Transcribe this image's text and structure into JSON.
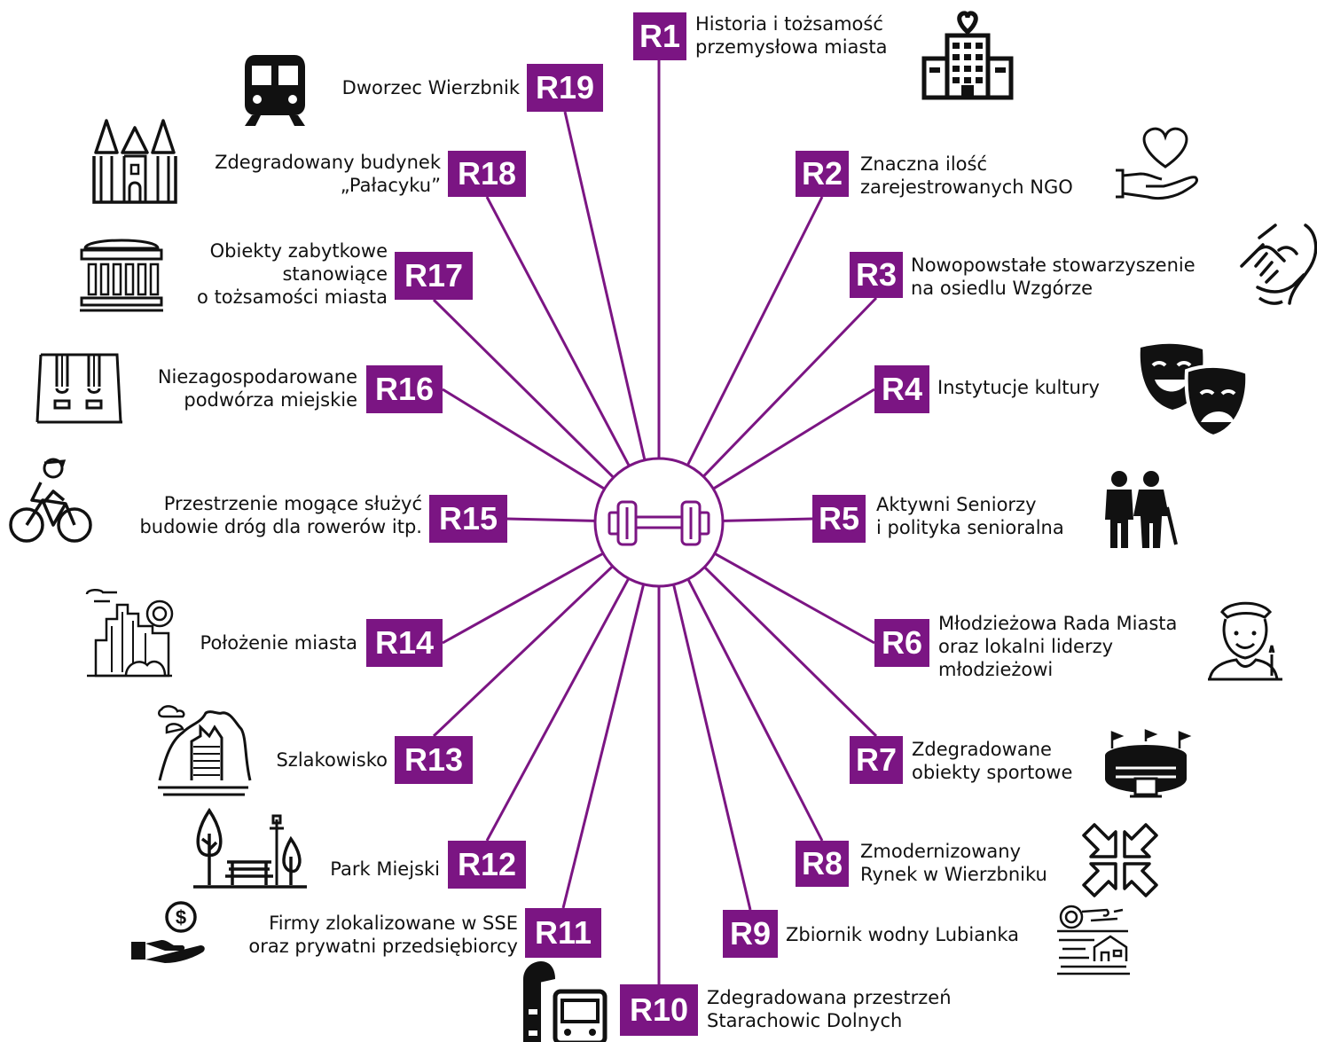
{
  "colors": {
    "accent": "#7b1583",
    "icon": "#111111",
    "background": "#ffffff"
  },
  "hub": {
    "icon": "dumbbell-icon"
  },
  "nodes": [
    {
      "id": "R1",
      "code": "R1",
      "lines": [
        "Historia i tożsamość",
        "przemysłowa miasta"
      ],
      "icon": "factory-heart-icon"
    },
    {
      "id": "R2",
      "code": "R2",
      "lines": [
        "Znaczna ilość",
        "zarejestrowanych NGO"
      ],
      "icon": "heart-hand-icon"
    },
    {
      "id": "R3",
      "code": "R3",
      "lines": [
        "Nowopowstałe stowarzyszenie",
        "na osiedlu Wzgórze"
      ],
      "icon": "handshake-icon"
    },
    {
      "id": "R4",
      "code": "R4",
      "lines": [
        "Instytucje kultury"
      ],
      "icon": "theater-masks-icon"
    },
    {
      "id": "R5",
      "code": "R5",
      "lines": [
        "Aktywni Seniorzy",
        "i polityka senioralna"
      ],
      "icon": "seniors-icon"
    },
    {
      "id": "R6",
      "code": "R6",
      "lines": [
        "Młodzieżowa Rada Miasta",
        "oraz lokalni liderzy",
        "młodzieżowi"
      ],
      "icon": "youth-leader-icon"
    },
    {
      "id": "R7",
      "code": "R7",
      "lines": [
        "Zdegradowane",
        "obiekty sportowe"
      ],
      "icon": "stadium-icon"
    },
    {
      "id": "R8",
      "code": "R8",
      "lines": [
        "Zmodernizowany",
        "Rynek w Wierzbniku"
      ],
      "icon": "arrows-inward-icon"
    },
    {
      "id": "R9",
      "code": "R9",
      "lines": [
        "Zbiornik wodny Lubianka"
      ],
      "icon": "lake-icon"
    },
    {
      "id": "R10",
      "code": "R10",
      "lines": [
        "Zdegradowana przestrzeń",
        "Starachowic Dolnych"
      ],
      "icon": "bus-stop-icon"
    },
    {
      "id": "R11",
      "code": "R11",
      "lines": [
        "Firmy zlokalizowane w SSE",
        "oraz prywatni przedsiębiorcy"
      ],
      "icon": "money-hand-icon"
    },
    {
      "id": "R12",
      "code": "R12",
      "lines": [
        "Park Miejski"
      ],
      "icon": "park-icon"
    },
    {
      "id": "R13",
      "code": "R13",
      "lines": [
        "Szlakowisko"
      ],
      "icon": "slag-heap-icon"
    },
    {
      "id": "R14",
      "code": "R14",
      "lines": [
        "Położenie miasta"
      ],
      "icon": "city-icon"
    },
    {
      "id": "R15",
      "code": "R15",
      "lines": [
        "Przestrzenie mogące służyć",
        "budowie dróg dla rowerów itp."
      ],
      "icon": "cyclist-icon"
    },
    {
      "id": "R16",
      "code": "R16",
      "lines": [
        "Niezagospodarowane",
        "podwórza miejskie"
      ],
      "icon": "swings-icon"
    },
    {
      "id": "R17",
      "code": "R17",
      "lines": [
        "Obiekty zabytkowe",
        "stanowiące",
        "o tożsamości miasta"
      ],
      "icon": "monument-icon"
    },
    {
      "id": "R18",
      "code": "R18",
      "lines": [
        "Zdegradowany budynek",
        "„Pałacyku”"
      ],
      "icon": "palace-icon"
    },
    {
      "id": "R19",
      "code": "R19",
      "lines": [
        "Dworzec Wierzbnik"
      ],
      "icon": "train-icon"
    }
  ]
}
